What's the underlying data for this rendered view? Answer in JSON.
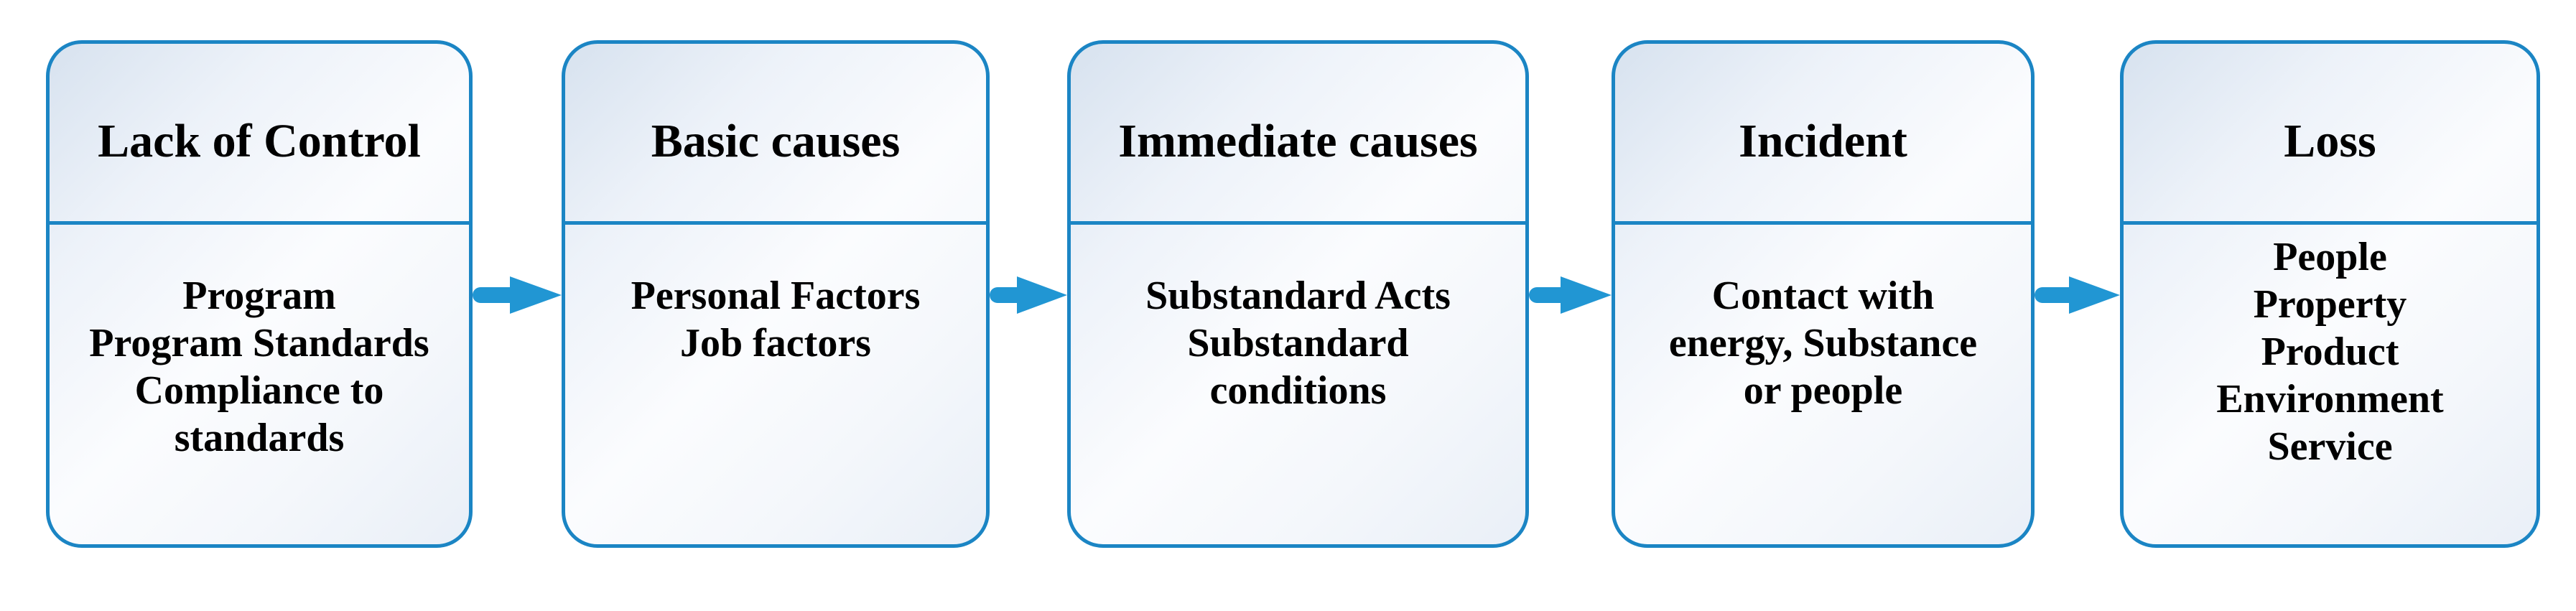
{
  "diagram": {
    "boxes": [
      {
        "title": "Lack of Control",
        "lines": [
          "Program",
          "Program Standards",
          "Compliance to",
          "standards"
        ]
      },
      {
        "title": "Basic causes",
        "lines": [
          "Personal Factors",
          "Job factors"
        ]
      },
      {
        "title": "Immediate causes",
        "lines": [
          "Substandard Acts",
          "Substandard",
          "conditions"
        ]
      },
      {
        "title": "Incident",
        "lines": [
          "Contact with",
          "energy, Substance",
          "or people"
        ]
      },
      {
        "title": "Loss",
        "lines": [
          "People",
          "Property",
          "Product",
          "Environment",
          "Service"
        ]
      }
    ],
    "colors": {
      "box_border": "#1b85c4",
      "divider": "#1b85c4",
      "arrow": "#2196d3",
      "text": "#000000",
      "fill_gradient_start": "#d7e2ef",
      "fill_gradient_end": "#e9eff7",
      "background": "#ffffff"
    }
  }
}
